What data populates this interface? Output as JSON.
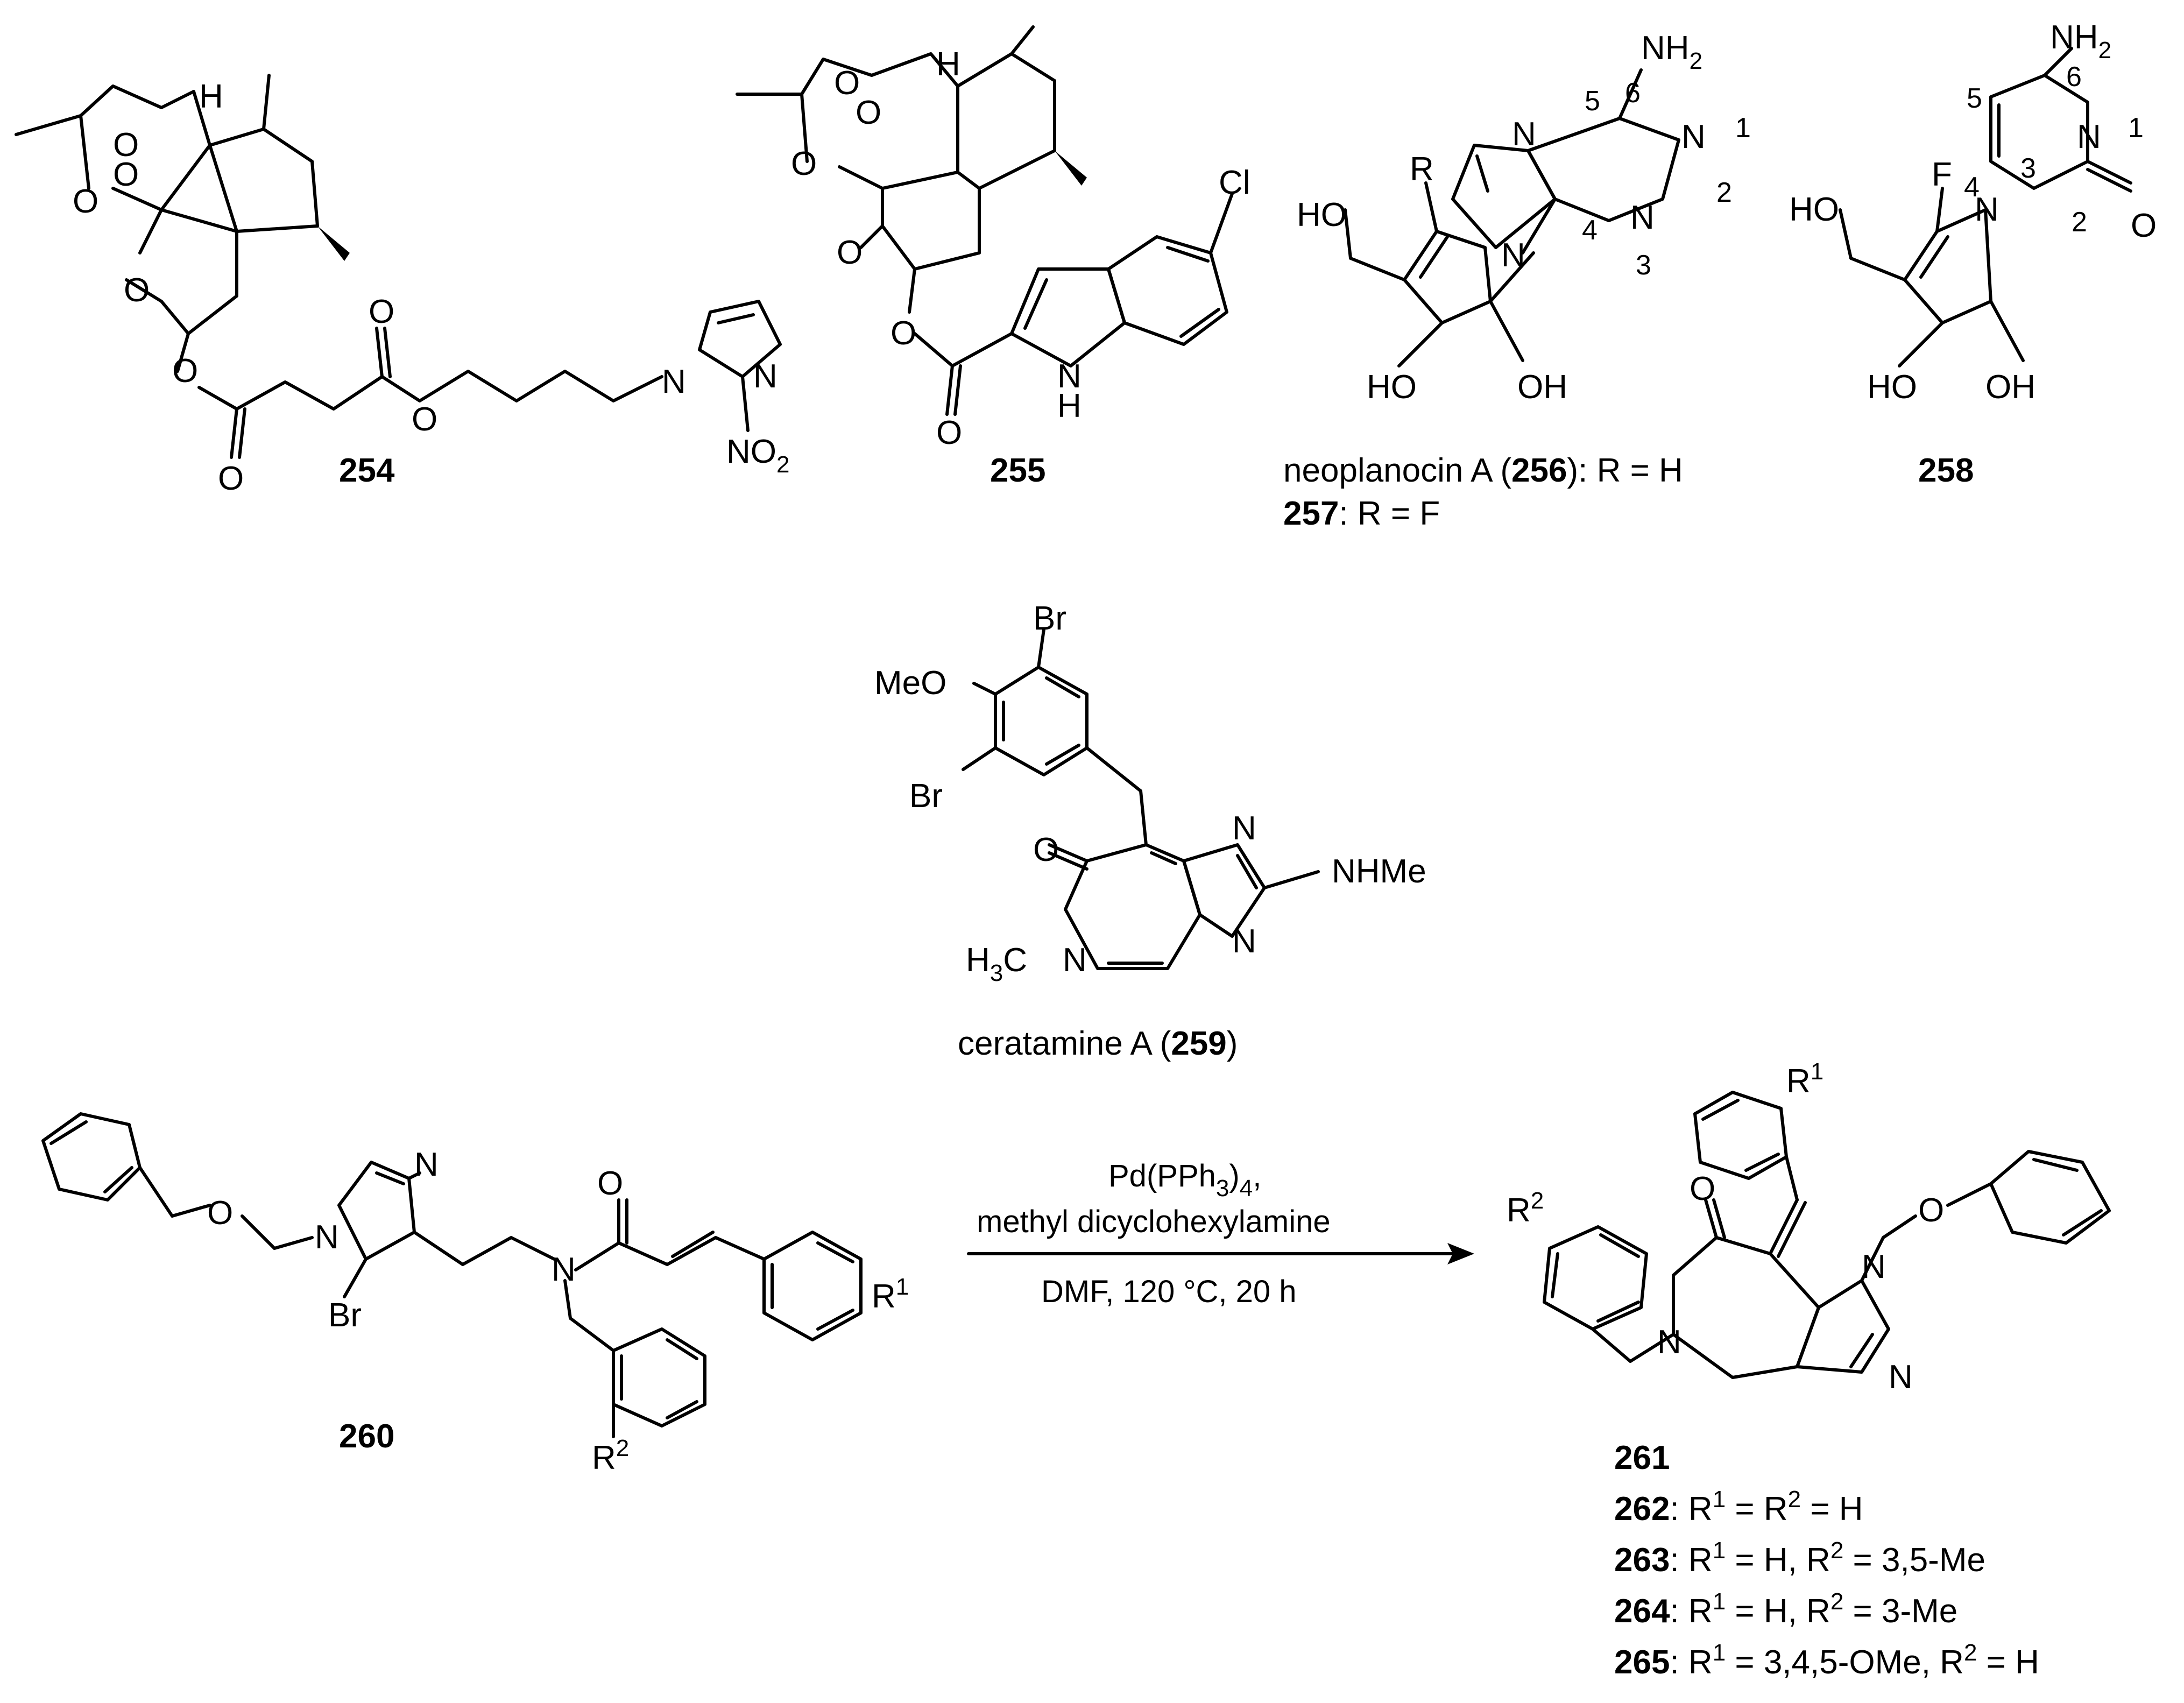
{
  "compounds": {
    "c254": {
      "id": "254",
      "atoms": [
        "O",
        "O",
        "O",
        "O",
        "O",
        "O",
        "O",
        "H",
        "N",
        "N",
        "NO",
        "2"
      ]
    },
    "c255": {
      "id": "255",
      "atoms": [
        "O",
        "O",
        "O",
        "O",
        "O",
        "O",
        "H",
        "Cl",
        "N",
        "H"
      ]
    },
    "c256": {
      "label_prefix": "neoplanocin A (",
      "id": "256",
      "label_suffix": "): R = H",
      "atoms": [
        "NH",
        "2",
        "N",
        "N",
        "N",
        "N",
        "R",
        "HO",
        "HO",
        "OH"
      ],
      "numbers": [
        "1",
        "2",
        "3",
        "4",
        "5",
        "6"
      ]
    },
    "c257": {
      "id": "257",
      "label_suffix": ": R = F"
    },
    "c258": {
      "id": "258",
      "atoms": [
        "NH",
        "2",
        "N",
        "N",
        "O",
        "F",
        "HO",
        "HO",
        "OH"
      ],
      "numbers": [
        "1",
        "2",
        "3",
        "4",
        "5",
        "6"
      ]
    },
    "c259": {
      "label_prefix": "ceratamine A (",
      "id": "259",
      "label_suffix": ")",
      "atoms": [
        "Br",
        "Br",
        "MeO",
        "O",
        "N",
        "N",
        "NHMe",
        "H",
        "3",
        "C",
        "N"
      ]
    },
    "c260": {
      "id": "260",
      "atoms": [
        "O",
        "N",
        "N",
        "Br",
        "N",
        "O",
        "R",
        "1",
        "R",
        "2"
      ]
    },
    "c261": {
      "id": "261",
      "atoms": [
        "R",
        "1",
        "R",
        "2",
        "O",
        "N",
        "N",
        "N",
        "O"
      ]
    }
  },
  "reaction": {
    "reagent_line1": "Pd(PPh",
    "reagent_line1_sub": "3",
    "reagent_line1_end": ")",
    "reagent_line1_sub2": "4",
    "reagent_line1_tail": ",",
    "reagent_line2": "methyl dicyclohexylamine",
    "conditions": "DMF, 120 °C, 20 h"
  },
  "products": [
    {
      "id": "262",
      "r1": "H",
      "r2": "H",
      "text_a": ": R",
      "text_b": " = R",
      "text_c": " = H"
    },
    {
      "id": "263",
      "text_a": ": R",
      "text_b": " = H, R",
      "text_c": " = 3,5-Me"
    },
    {
      "id": "264",
      "text_a": ": R",
      "text_b": " = H, R",
      "text_c": " = 3-Me"
    },
    {
      "id": "265",
      "text_a": ": R",
      "text_b": " = 3,4,5-OMe, R",
      "text_c": " = H"
    }
  ],
  "superscripts": {
    "one": "1",
    "two": "2"
  }
}
